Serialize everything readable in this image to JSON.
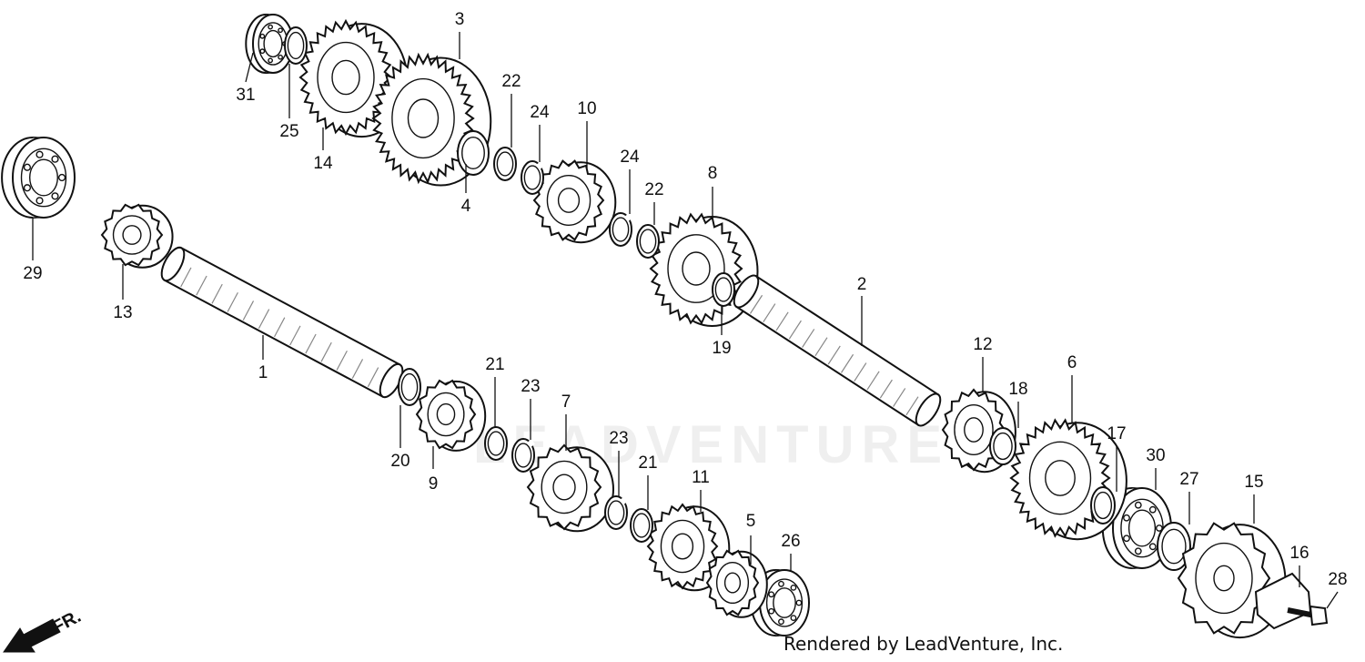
{
  "watermark_text": "LEADVENTURE",
  "credit_text": "Rendered by LeadVenture, Inc.",
  "direction_label": "FR.",
  "callouts": [
    {
      "id": "1",
      "label": "1"
    },
    {
      "id": "2",
      "label": "2"
    },
    {
      "id": "3",
      "label": "3"
    },
    {
      "id": "4",
      "label": "4"
    },
    {
      "id": "5",
      "label": "5"
    },
    {
      "id": "6",
      "label": "6"
    },
    {
      "id": "7",
      "label": "7"
    },
    {
      "id": "8",
      "label": "8"
    },
    {
      "id": "9",
      "label": "9"
    },
    {
      "id": "10",
      "label": "10"
    },
    {
      "id": "11",
      "label": "11"
    },
    {
      "id": "12",
      "label": "12"
    },
    {
      "id": "13",
      "label": "13"
    },
    {
      "id": "14",
      "label": "14"
    },
    {
      "id": "15",
      "label": "15"
    },
    {
      "id": "16",
      "label": "16"
    },
    {
      "id": "17",
      "label": "17"
    },
    {
      "id": "18",
      "label": "18"
    },
    {
      "id": "19",
      "label": "19"
    },
    {
      "id": "20",
      "label": "20"
    },
    {
      "id": "21a",
      "label": "21"
    },
    {
      "id": "21b",
      "label": "21"
    },
    {
      "id": "22a",
      "label": "22"
    },
    {
      "id": "22b",
      "label": "22"
    },
    {
      "id": "23a",
      "label": "23"
    },
    {
      "id": "23b",
      "label": "23"
    },
    {
      "id": "24a",
      "label": "24"
    },
    {
      "id": "24b",
      "label": "24"
    },
    {
      "id": "25",
      "label": "25"
    },
    {
      "id": "26",
      "label": "26"
    },
    {
      "id": "27",
      "label": "27"
    },
    {
      "id": "28",
      "label": "28"
    },
    {
      "id": "29",
      "label": "29"
    },
    {
      "id": "30",
      "label": "30"
    },
    {
      "id": "31",
      "label": "31"
    }
  ]
}
